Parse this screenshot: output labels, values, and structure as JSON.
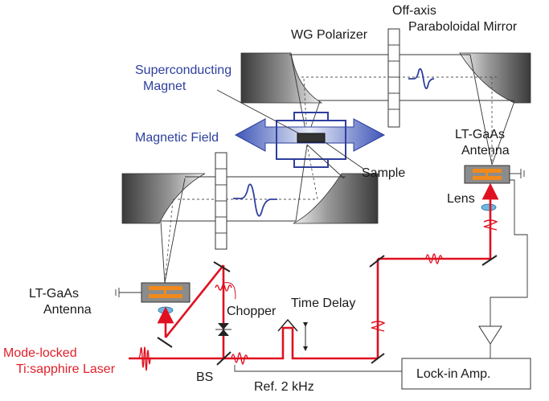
{
  "labels": {
    "off_axis": "Off-axis",
    "paraboloidal_mirror": "Paraboloidal Mirror",
    "wg_polarizer": "WG Polarizer",
    "superconducting": "Superconducting",
    "magnet": "Magnet",
    "magnetic_field": "Magnetic Field",
    "lt_gaas_top": "LT-GaAs",
    "antenna_top": "Antenna",
    "sample": "Sample",
    "lens": "Lens",
    "lt_gaas_left": "LT-GaAs",
    "antenna_left": "Antenna",
    "chopper": "Chopper",
    "time_delay": "Time Delay",
    "mode_locked": "Mode-locked",
    "ti_sapphire": "Ti:sapphire Laser",
    "bs": "BS",
    "ref": "Ref. 2 kHz",
    "lock_in": "Lock-in Amp."
  },
  "colors": {
    "laser_beam": "#e01020",
    "terahertz_wave": "#2e3f9e",
    "magnet_label": "#2e3f9e",
    "laser_label": "#e0202a",
    "antenna_pad": "#f08a1c",
    "lens": "#6cb8e0"
  }
}
